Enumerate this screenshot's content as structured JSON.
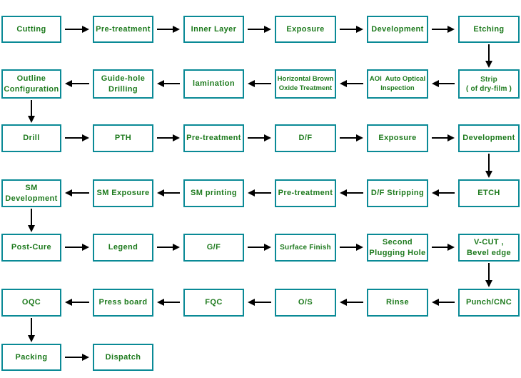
{
  "colors": {
    "box_border": "#0a8a96",
    "box_text": "#1d7a1d",
    "arrow": "#000000",
    "background": "#ffffff"
  },
  "rows": [
    {
      "flow": "left-to-right",
      "steps": [
        "Cutting",
        "Pre-treatment",
        "Inner Layer",
        "Exposure",
        "Development",
        "Etching"
      ]
    },
    {
      "flow": "right-to-left",
      "steps": [
        "Outline\nConfiguration",
        "Guide-hole\nDrilling",
        "lamination",
        "Horizontal Brown\nOxide Treatment",
        "AOI  Auto Optical\nInspection",
        "Strip\n( of dry-film )"
      ]
    },
    {
      "flow": "left-to-right",
      "steps": [
        "Drill",
        "PTH",
        "Pre-treatment",
        "D/F",
        "Exposure",
        "Development"
      ]
    },
    {
      "flow": "right-to-left",
      "steps": [
        "SM\nDevelopment",
        "SM Exposure",
        "SM printing",
        "Pre-treatment",
        "D/F Stripping",
        "ETCH"
      ]
    },
    {
      "flow": "left-to-right",
      "steps": [
        "Post-Cure",
        "Legend",
        "G/F",
        "Surface Finish",
        "Second\nPlugging Hole",
        "V-CUT ,\nBevel edge"
      ]
    },
    {
      "flow": "right-to-left",
      "steps": [
        "OQC",
        "Press board",
        "FQC",
        "O/S",
        "Rinse",
        "Punch/CNC"
      ]
    },
    {
      "flow": "left-to-right",
      "steps": [
        "Packing",
        "Dispatch"
      ]
    }
  ],
  "vertical_connectors": [
    "Etching → Strip ( of dry-film )",
    "Outline Configuration → Drill",
    "Development → ETCH",
    "SM Development → Post-Cure",
    "V-CUT , Bevel edge → Punch/CNC",
    "OQC → Packing"
  ]
}
